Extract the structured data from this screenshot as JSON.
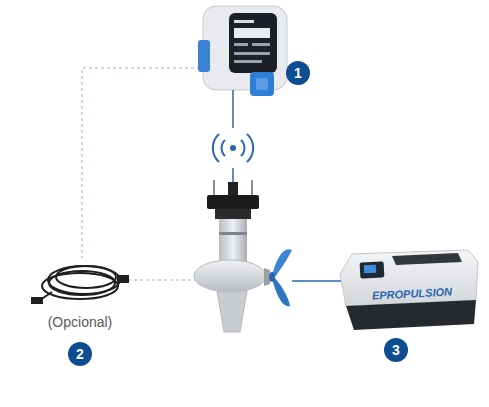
{
  "diagram": {
    "nodes": [
      {
        "text": [
          "1"
        ]
      },
      {
        "text": [
          "2"
        ]
      },
      {
        "text": [
          "3"
        ]
      }
    ],
    "labels": [
      "(Opcional)",
      "EPROPULSION"
    ]
  }
}
